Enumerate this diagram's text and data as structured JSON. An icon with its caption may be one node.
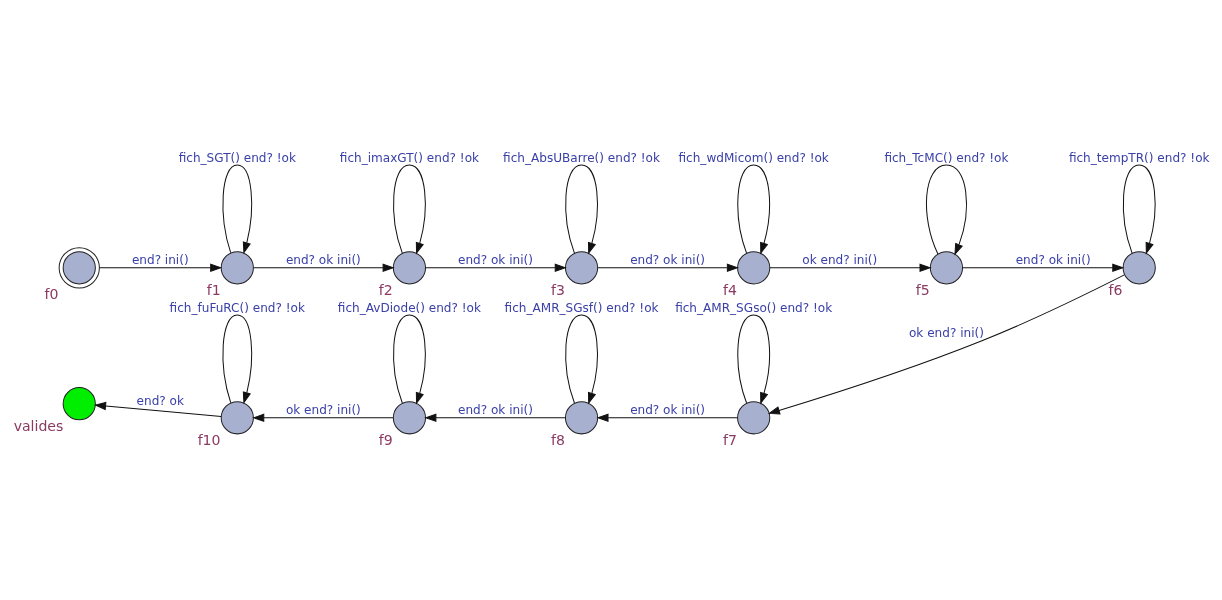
{
  "diagram": {
    "nodes": [
      {
        "text": [
          "f0"
        ]
      },
      {
        "text": [
          "f1"
        ]
      },
      {
        "text": [
          "f2"
        ]
      },
      {
        "text": [
          "f3"
        ]
      },
      {
        "text": [
          "f4"
        ]
      },
      {
        "text": [
          "f5"
        ]
      },
      {
        "text": [
          "f6"
        ]
      },
      {
        "text": [
          "f7"
        ]
      },
      {
        "text": [
          "f8"
        ]
      },
      {
        "text": [
          "f9"
        ]
      },
      {
        "text": [
          "f10"
        ]
      },
      {
        "text": [
          "valides"
        ]
      }
    ],
    "edges": [
      {
        "from": 0,
        "to": 1,
        "arrow": "to",
        "label": "end? ini()"
      },
      {
        "from": 1,
        "to": 1,
        "arrow": "to",
        "label": "fich_SGT() end? !ok"
      },
      {
        "from": 1,
        "to": 2,
        "arrow": "to",
        "label": "end? ok ini()"
      },
      {
        "from": 2,
        "to": 2,
        "arrow": "to",
        "label": "fich_imaxGT() end? !ok"
      },
      {
        "from": 2,
        "to": 3,
        "arrow": "to",
        "label": "end? ok ini()"
      },
      {
        "from": 3,
        "to": 3,
        "arrow": "to",
        "label": "fich_AbsUBarre() end? !ok"
      },
      {
        "from": 3,
        "to": 4,
        "arrow": "to",
        "label": "end? ok ini()"
      },
      {
        "from": 4,
        "to": 4,
        "arrow": "to",
        "label": "fich_wdMicom() end? !ok"
      },
      {
        "from": 4,
        "to": 5,
        "arrow": "to",
        "label": "ok end? ini()"
      },
      {
        "from": 5,
        "to": 5,
        "arrow": "to",
        "label": "fich_TcMC() end? !ok"
      },
      {
        "from": 5,
        "to": 6,
        "arrow": "to",
        "label": "end? ok ini()"
      },
      {
        "from": 6,
        "to": 6,
        "arrow": "to",
        "label": "fich_tempTR() end? !ok"
      },
      {
        "from": 6,
        "to": 7,
        "arrow": "to",
        "label": "ok end? ini()"
      },
      {
        "from": 7,
        "to": 7,
        "arrow": "to",
        "label": "fich_AMR_SGso() end? !ok"
      },
      {
        "from": 7,
        "to": 8,
        "arrow": "to",
        "label": "end? ok ini()"
      },
      {
        "from": 8,
        "to": 8,
        "arrow": "to",
        "label": "fich_AMR_SGsf() end? !ok"
      },
      {
        "from": 8,
        "to": 9,
        "arrow": "to",
        "label": "end? ok ini()"
      },
      {
        "from": 9,
        "to": 9,
        "arrow": "to",
        "label": "fich_AvDiode() end? !ok"
      },
      {
        "from": 9,
        "to": 10,
        "arrow": "to",
        "label": "ok end? ini()"
      },
      {
        "from": 10,
        "to": 10,
        "arrow": "to",
        "label": "fich_fuFuRC() end? !ok"
      },
      {
        "from": 10,
        "to": 11,
        "arrow": "to",
        "label": "end? ok"
      }
    ]
  }
}
